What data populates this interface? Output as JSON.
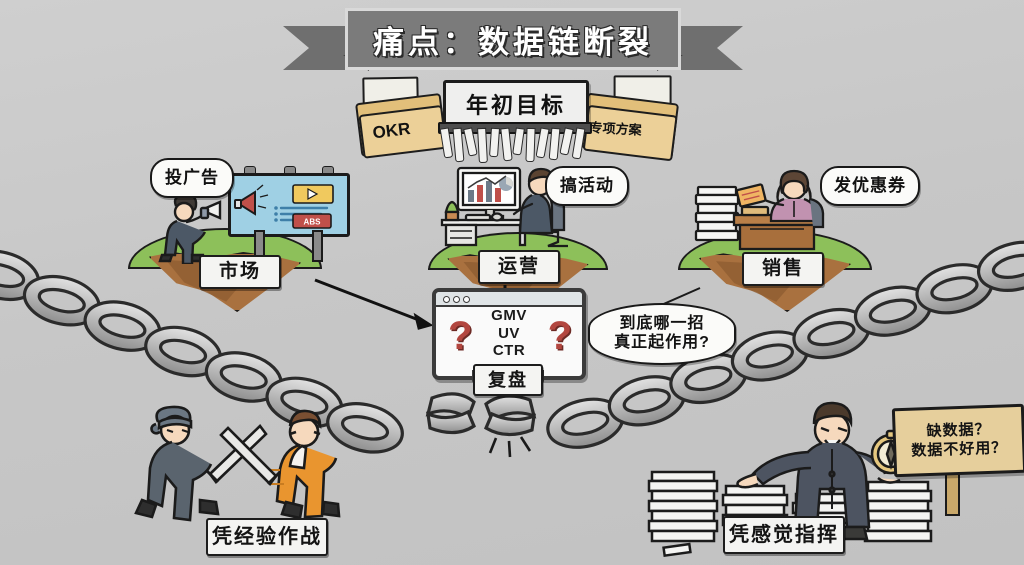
{
  "meta": {
    "background_color": "#c9c9c9",
    "style": "flat cartoon infographic, Chinese business illustration"
  },
  "banner": {
    "title": "痛点：数据链断裂",
    "plate_color": "#7b7b7b",
    "ribbon_color": "#6f6f6f",
    "text_color": "#ffffff"
  },
  "shredder": {
    "title": "年初目标",
    "left_folder_label": "OKR",
    "right_folder_label": "专项方案",
    "folder_color": "#ecd098"
  },
  "islands": [
    {
      "id": "market",
      "label": "市场",
      "bubble": "投广告",
      "billboard_badge": "ABS",
      "grass_color": "#8dc05a",
      "rock_color": "#a9713f"
    },
    {
      "id": "operations",
      "label": "运营",
      "bubble": "搞活动",
      "grass_color": "#8dc05a",
      "rock_color": "#a9713f"
    },
    {
      "id": "sales",
      "label": "销售",
      "bubble": "发优惠券",
      "grass_color": "#8dc05a",
      "rock_color": "#a9713f"
    }
  ],
  "review": {
    "label": "复盘",
    "kpis": [
      "GMV",
      "UV",
      "CTR"
    ],
    "question_mark": "?",
    "question_color": "#b2463f",
    "bubble": "到底哪一招\n真正起作用?",
    "bubble_line1": "到底哪一招",
    "bubble_line2": "真正起作用?"
  },
  "bottom": {
    "fight_label": "凭经验作战",
    "gut_label": "凭感觉指挥",
    "sign_line1": "缺数据？",
    "sign_line2": "数据不好用？",
    "sign_color": "#e6cf9c"
  },
  "chain": {
    "color": "#b4b4b4",
    "outline": "#2b2b2b",
    "state": "broken"
  }
}
